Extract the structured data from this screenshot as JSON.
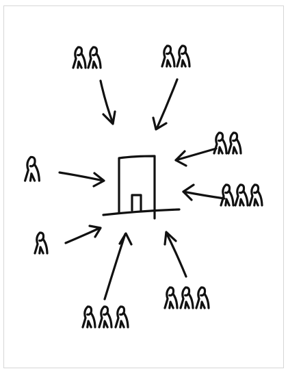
{
  "diagram": {
    "ink_color": "#111111",
    "background_color": "#ffffff",
    "border_color": "#d6d6d6",
    "center": "building-with-door-icon",
    "groups": [
      {
        "id": "top-left",
        "people": 2
      },
      {
        "id": "top-right",
        "people": 2
      },
      {
        "id": "right-upper",
        "people": 2
      },
      {
        "id": "right-middle",
        "people": 3
      },
      {
        "id": "left-upper",
        "people": 1
      },
      {
        "id": "left-lower",
        "people": 1
      },
      {
        "id": "bottom-left",
        "people": 3
      },
      {
        "id": "bottom-right",
        "people": 3
      }
    ]
  }
}
